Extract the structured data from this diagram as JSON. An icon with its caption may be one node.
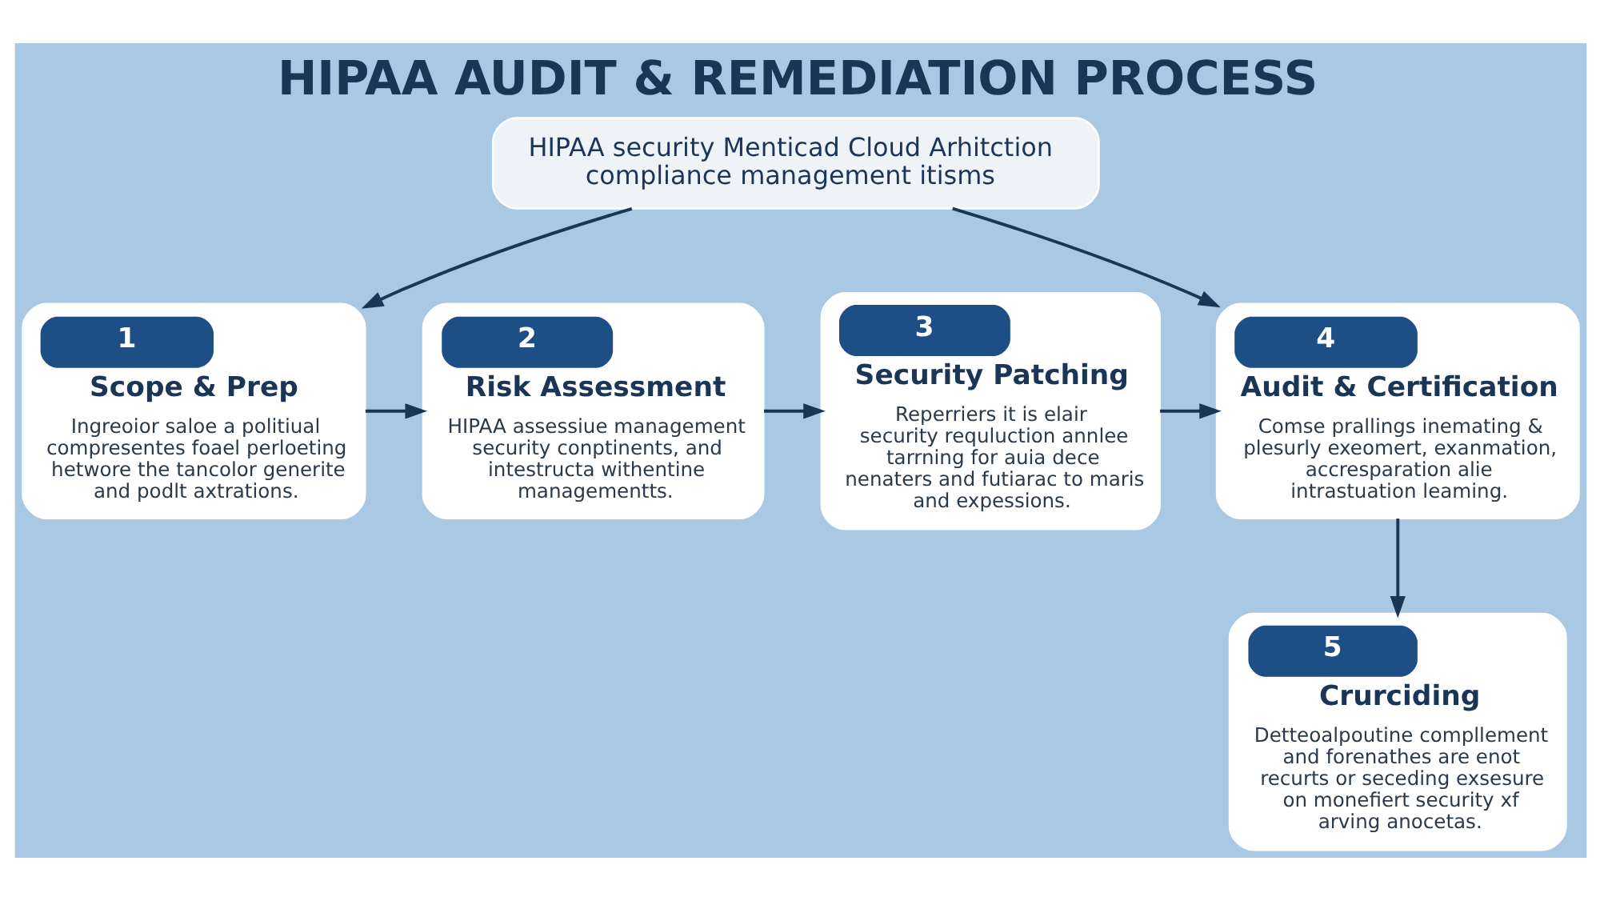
{
  "diagram": {
    "title": "HIPAA AUDIT & REMEDIATION PROCESS",
    "nodes": [
      {
        "text": [
          "HIPAA security Menticad Cloud Arhitction compliance management itisms"
        ]
      },
      {
        "text": [
          "1",
          "Scope & Prep",
          "Ingreoior saloe a politiual compresentes foael perloeting hetwore the tancolor generite and podlt axtrations."
        ]
      },
      {
        "text": [
          "2",
          "Risk Assessment",
          "HIPAA assessiue management security conptinents, and intestructa withentine managementts."
        ]
      },
      {
        "text": [
          "3",
          "Security Patching",
          "Reperriers it is elair security requluction annlee tarrning for auia dece nenaters and futiarac to maris and expessions."
        ]
      },
      {
        "text": [
          "4",
          "Audit & Certification",
          "Comse prallings inemating & plesurly exeomert, exanmation, accresparation alie intrastuation leaming."
        ]
      },
      {
        "text": [
          "5",
          "Crurciding",
          "Detteoalpoutine compllement and forenathes are enot recurts or seceding exsesure on monefiert security xf arving anocetas."
        ]
      }
    ],
    "edges": [
      {
        "from": 0,
        "to": 1,
        "arrow": "to"
      },
      {
        "from": 0,
        "to": 4,
        "arrow": "to"
      },
      {
        "from": 1,
        "to": 2,
        "arrow": "to"
      },
      {
        "from": 2,
        "to": 3,
        "arrow": "to"
      },
      {
        "from": 3,
        "to": 4,
        "arrow": "to"
      },
      {
        "from": 4,
        "to": 5,
        "arrow": "to"
      }
    ]
  }
}
